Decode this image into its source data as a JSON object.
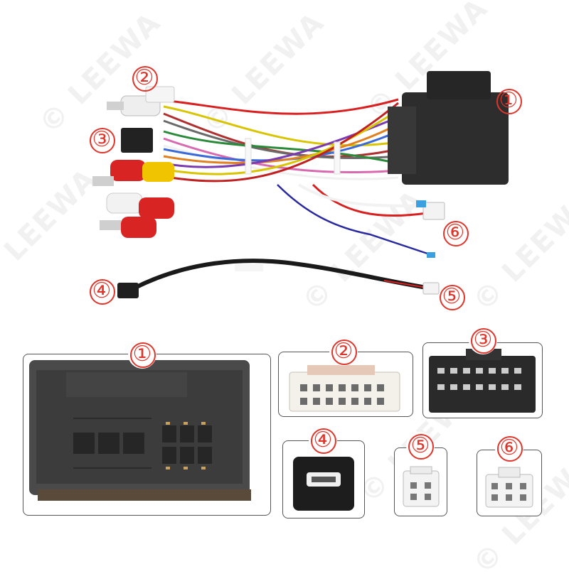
{
  "watermark": {
    "text": "© LEEWA"
  },
  "callouts": {
    "n1": "①",
    "n2": "②",
    "n3": "③",
    "n4": "④",
    "n5": "⑤",
    "n6": "⑥"
  },
  "colors": {
    "callout": "#e0352b",
    "connector_black": "#2d2d2d",
    "connector_white": "#f2f2f2"
  }
}
